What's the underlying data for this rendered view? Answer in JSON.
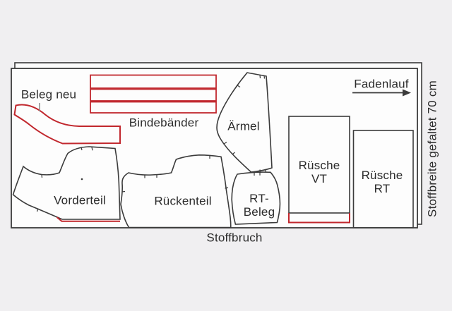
{
  "colors": {
    "background": "#f0eff1",
    "fabric": "#fdfdfd",
    "outline": "#3b3b3b",
    "accent_red": "#c1272d",
    "label_text": "#2b2b2b"
  },
  "pieces": {
    "beleg_neu": {
      "label": "Beleg neu"
    },
    "bindebaender": {
      "label": "Bindebänder"
    },
    "aermel": {
      "label": "Ärmel"
    },
    "vorderteil": {
      "label": "Vorderteil"
    },
    "rueckenteil": {
      "label": "Rückenteil"
    },
    "rt_beleg": {
      "label_line1": "RT-",
      "label_line2": "Beleg"
    },
    "ruesche_vt": {
      "label_line1": "Rüsche",
      "label_line2": "VT"
    },
    "ruesche_rt": {
      "label_line1": "Rüsche",
      "label_line2": "RT"
    }
  },
  "annotations": {
    "fadenlauf": "Fadenlauf",
    "stoffbruch": "Stoffbruch",
    "stoffbreite_gefaltet": "Stoffbreite gefaltet 70 cm"
  }
}
